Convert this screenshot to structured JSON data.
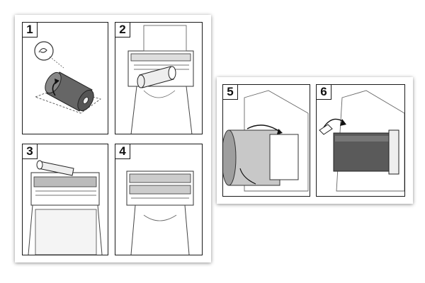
{
  "steps": [
    {
      "number": "1"
    },
    {
      "number": "2"
    },
    {
      "number": "3"
    },
    {
      "number": "4"
    },
    {
      "number": "5"
    },
    {
      "number": "6"
    }
  ],
  "colors": {
    "frame": "#1a1a1a",
    "ribbon_dark": "#6a6a6a",
    "ribbon_light": "#bdbdbd",
    "line_art": "#2b2b2b"
  }
}
